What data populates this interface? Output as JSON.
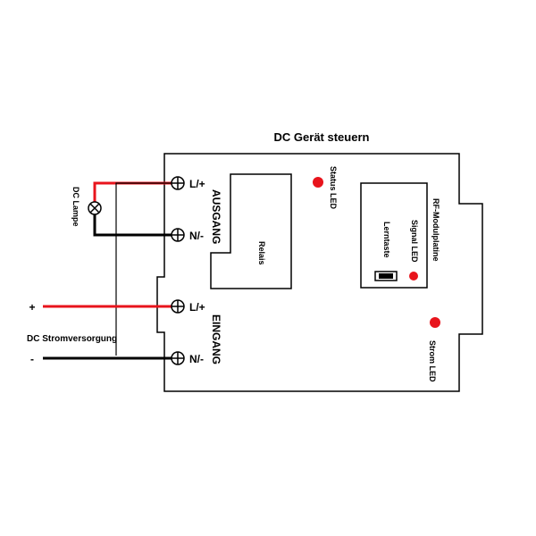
{
  "title": "DC Gerät steuern",
  "colors": {
    "positive_wire": "#e8141c",
    "negative_wire": "#000000",
    "led": "#e8141c",
    "outline": "#000000"
  },
  "terminals": {
    "out_l": "L/+",
    "out_n": "N/-",
    "in_l": "L/+",
    "in_n": "N/-"
  },
  "groups": {
    "output": "AUSGANG",
    "input": "EINGANG"
  },
  "components": {
    "relay": "Relais",
    "rf_module": "RF-Modulplatine",
    "signal_led": "Signal LED",
    "learn_button": "Lerntaste",
    "status_led": "Status LED",
    "power_led": "Strom LED"
  },
  "external": {
    "lamp": "DC Lampe",
    "supply": "DC Stromversorgung",
    "plus": "+",
    "minus": "-"
  }
}
